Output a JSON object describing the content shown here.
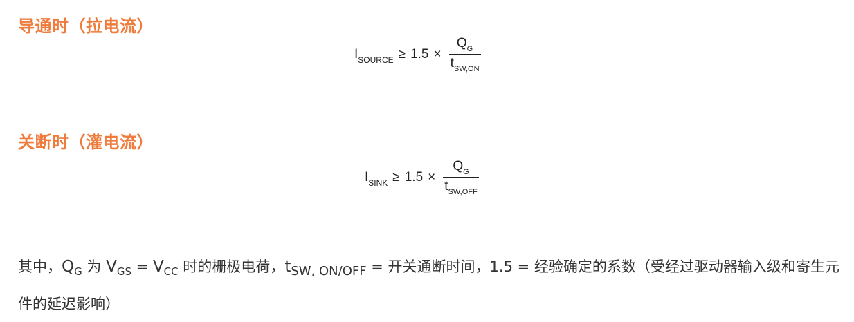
{
  "headings": {
    "on": "导通时（拉电流）",
    "off": "关断时（灌电流）"
  },
  "formula_on": {
    "lhs": "I",
    "lhs_sub": "SOURCE",
    "relation": "≥",
    "coef": "1.5",
    "times": "×",
    "num": "Q",
    "num_sub": "G",
    "den": "t",
    "den_sub": "SW,ON"
  },
  "formula_off": {
    "lhs": "I",
    "lhs_sub": "SINK",
    "relation": "≥",
    "coef": "1.5",
    "times": "×",
    "num": "Q",
    "num_sub": "G",
    "den": "t",
    "den_sub": "SW,OFF"
  },
  "paragraph": {
    "p1": "其中，",
    "q": "Q",
    "q_sub": "G",
    "p2": " 为 ",
    "v1": "V",
    "v1_sub": "GS",
    "p3": " = ",
    "v2": "V",
    "v2_sub": "CC",
    "p4": " 时的栅极电荷，",
    "t": "t",
    "t_sub": "SW, ON/OFF",
    "p5": " = 开关通断时间，1.5 = 经验确定的系数（受经过驱动器输入级和寄生元件的延迟影响）"
  }
}
